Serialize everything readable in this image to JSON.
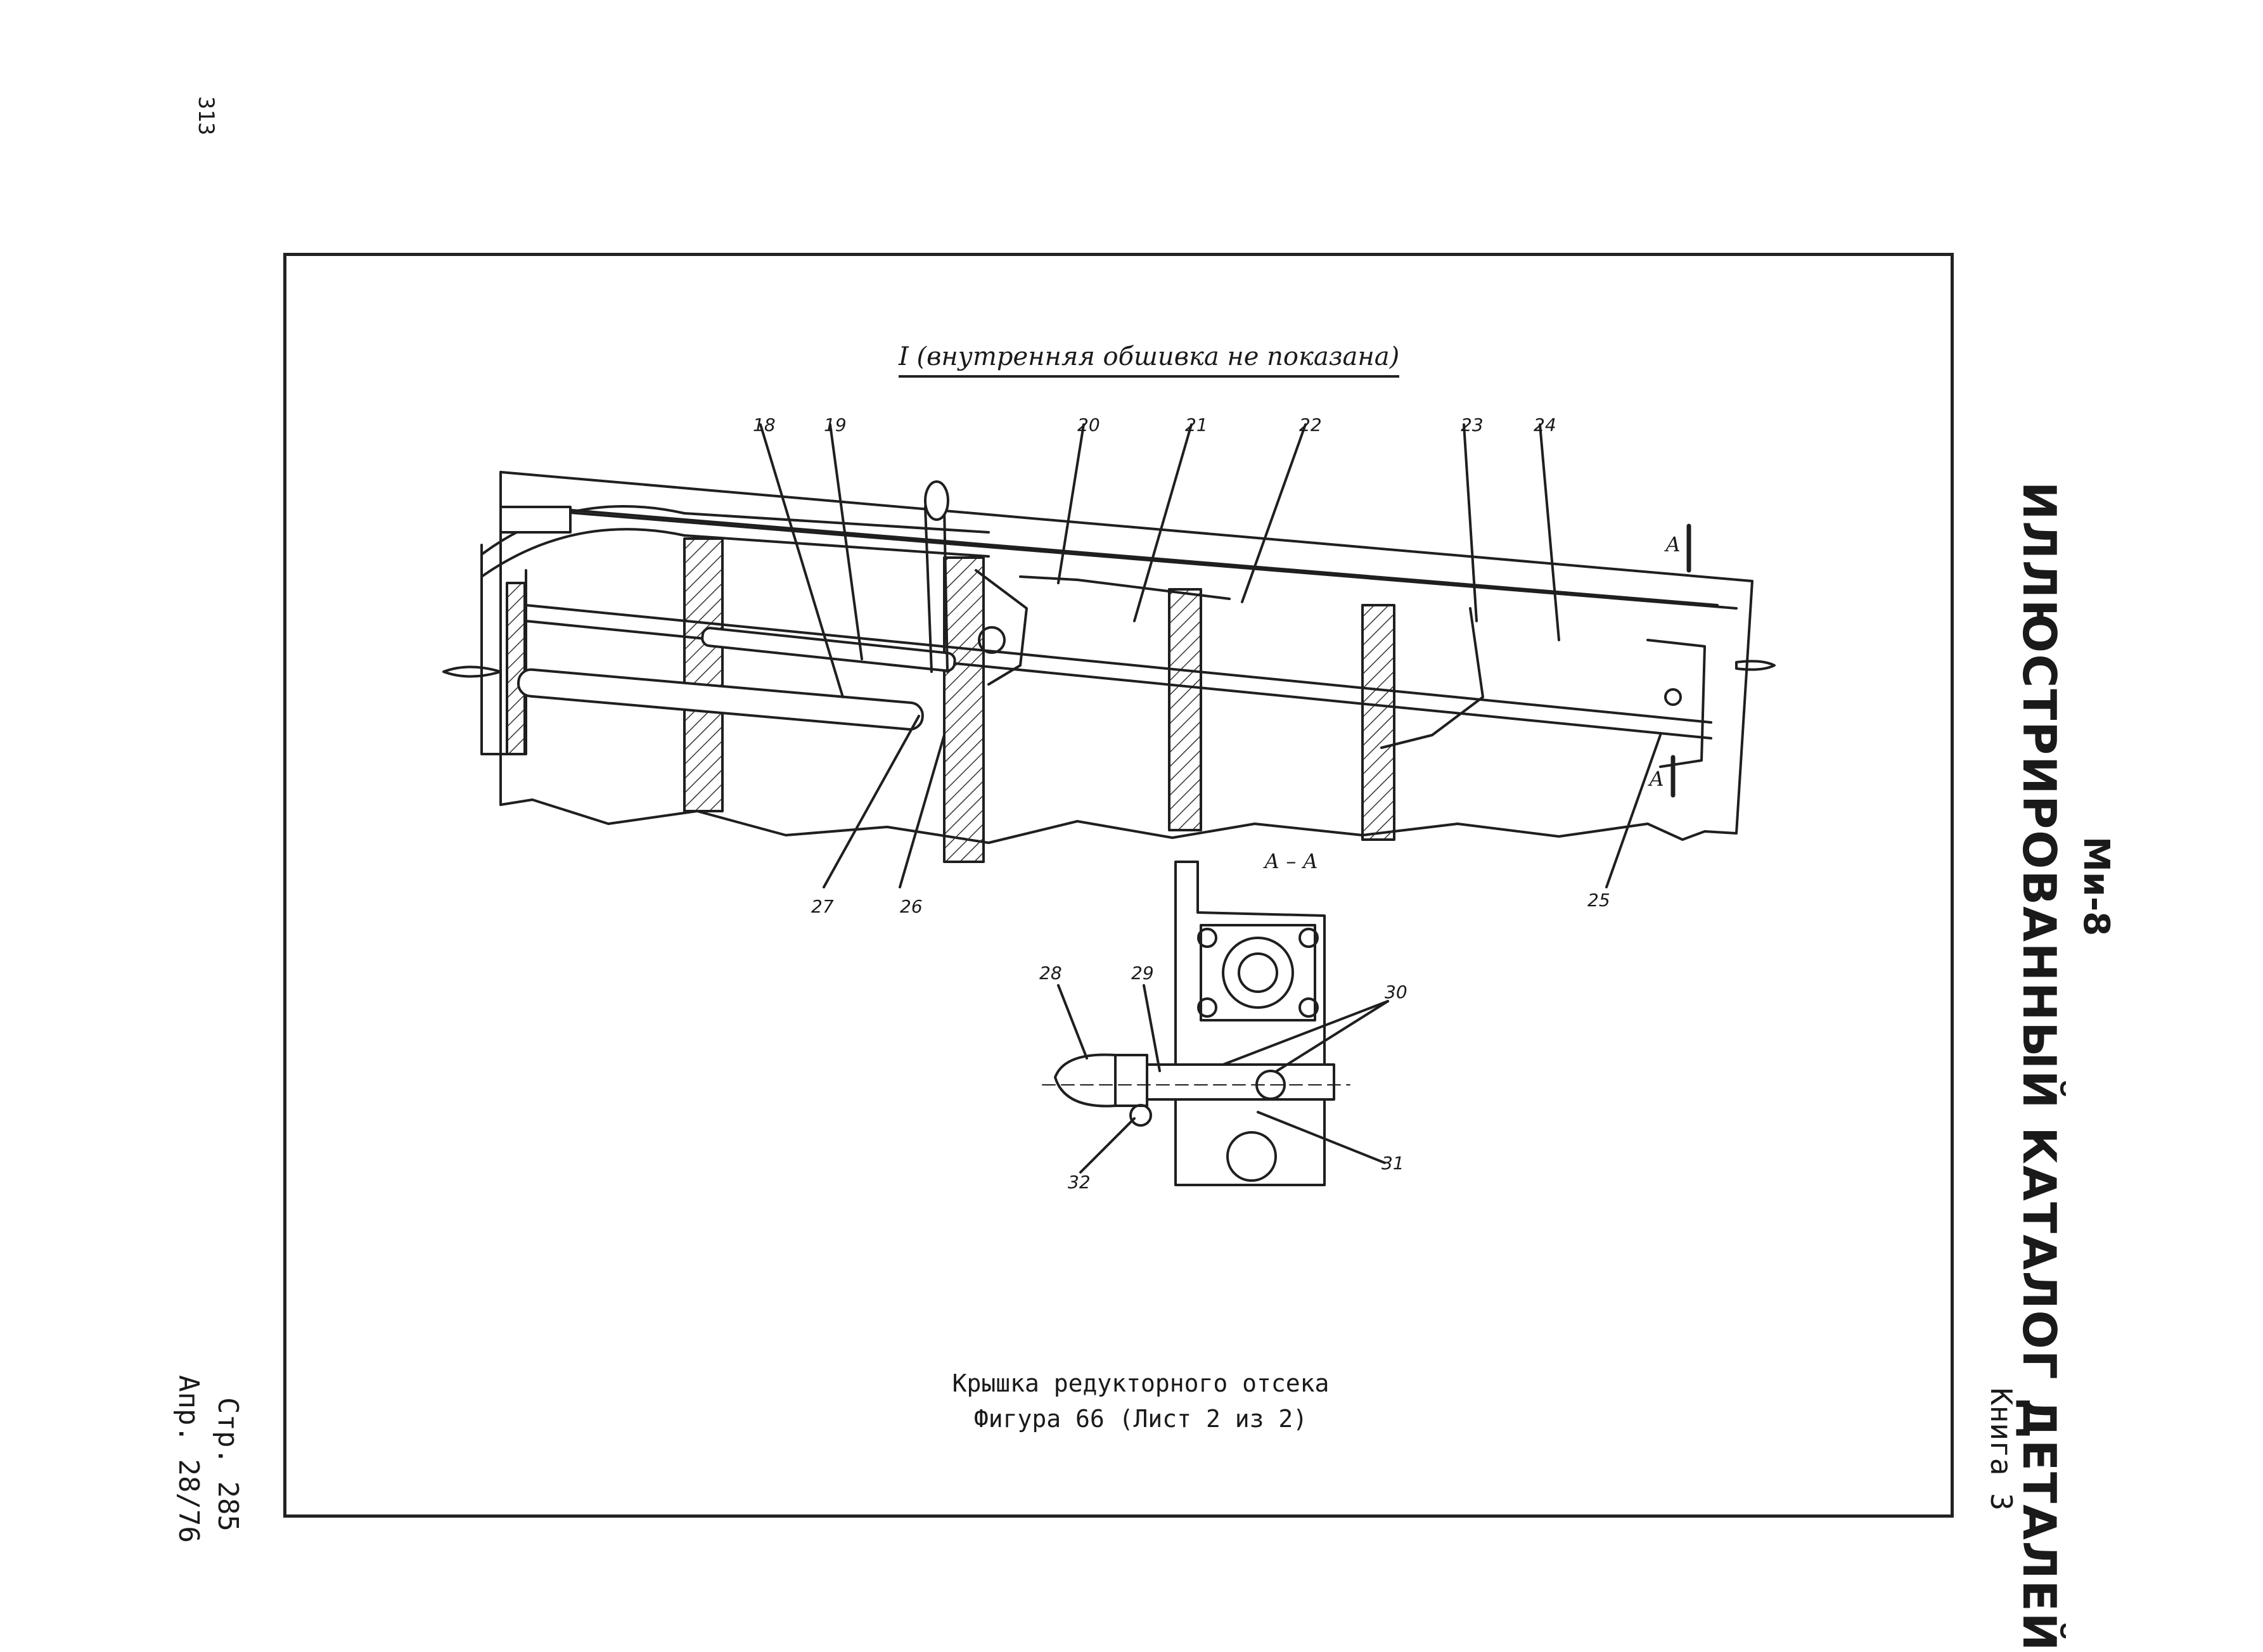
{
  "page_number": "313",
  "sheet": {
    "page_ref": "Стр. 285",
    "date_ref": "Апр. 28/76"
  },
  "header": {
    "model": "Ми-8",
    "catalog_title": "ИЛЛЮСТРИРОВАННЫЙ КАТАЛОГ ДЕТАЛЕЙ",
    "book": "Книга 3"
  },
  "view": {
    "title": "I (внутренняя обшивка не показана)",
    "section_marker": "А",
    "section_title": "А – А"
  },
  "callouts": [
    "18",
    "19",
    "20",
    "21",
    "22",
    "23",
    "24",
    "25",
    "26",
    "27",
    "28",
    "29",
    "30",
    "31",
    "32"
  ],
  "caption": {
    "line1": "Крышка редукторного отсека",
    "line2": "Фигура 66 (Лист 2 из 2)"
  }
}
